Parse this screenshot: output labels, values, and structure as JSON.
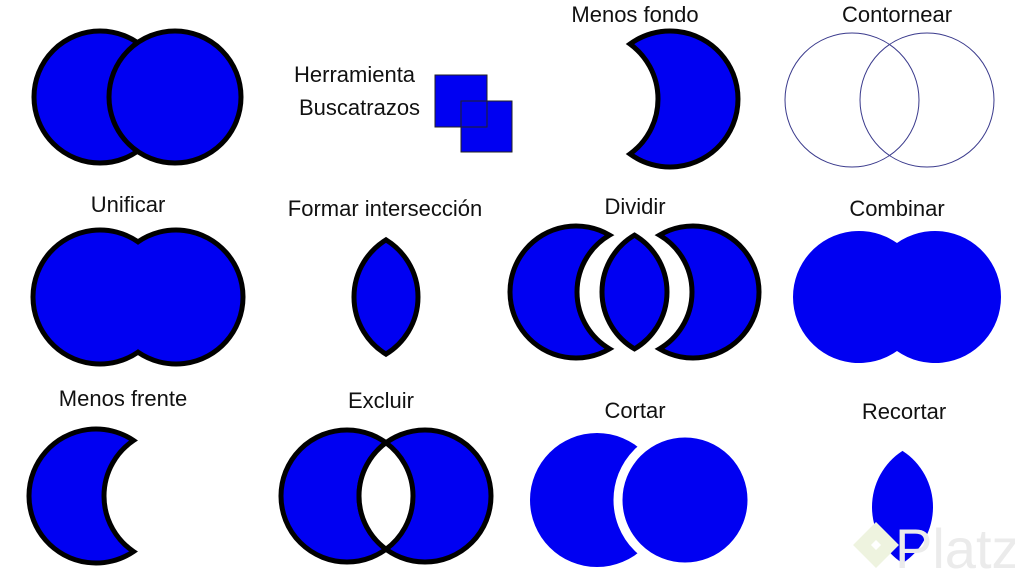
{
  "colors": {
    "fill": "#0000f2",
    "stroke": "#000000",
    "outline": "#3a3a8c",
    "watermark": "#ebebeb"
  },
  "labels": {
    "tool_line1": "Herramienta",
    "tool_line2": "Buscatrazos",
    "minus_back": "Menos fondo",
    "outline": "Contornear",
    "unite": "Unificar",
    "intersect": "Formar intersección",
    "divide": "Dividir",
    "merge": "Combinar",
    "minus_front": "Menos frente",
    "exclude": "Excluir",
    "trim": "Cortar",
    "crop": "Recortar"
  },
  "watermark": {
    "text": "Platzi"
  }
}
